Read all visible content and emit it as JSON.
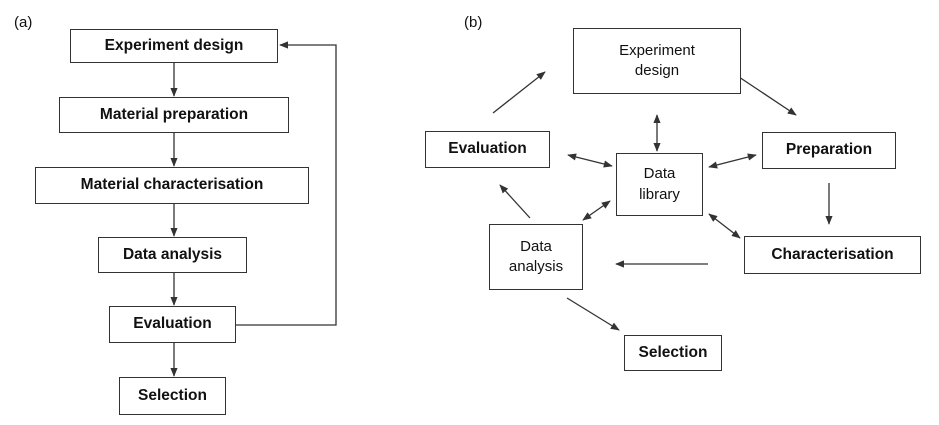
{
  "panel_a": {
    "label": "(a)",
    "boxes": {
      "experiment_design": "Experiment design",
      "material_preparation": "Material preparation",
      "material_characterisation": "Material characterisation",
      "data_analysis": "Data analysis",
      "evaluation": "Evaluation",
      "selection": "Selection"
    }
  },
  "panel_b": {
    "label": "(b)",
    "boxes": {
      "experiment_design_line1": "Experiment",
      "experiment_design_line2": "design",
      "preparation": "Preparation",
      "characterisation": "Characterisation",
      "data_library_line1": "Data",
      "data_library_line2": "library",
      "evaluation": "Evaluation",
      "data_analysis_line1": "Data",
      "data_analysis_line2": "analysis",
      "selection": "Selection"
    }
  },
  "colors": {
    "stroke": "#333333",
    "text": "#111111",
    "background": "#ffffff"
  }
}
